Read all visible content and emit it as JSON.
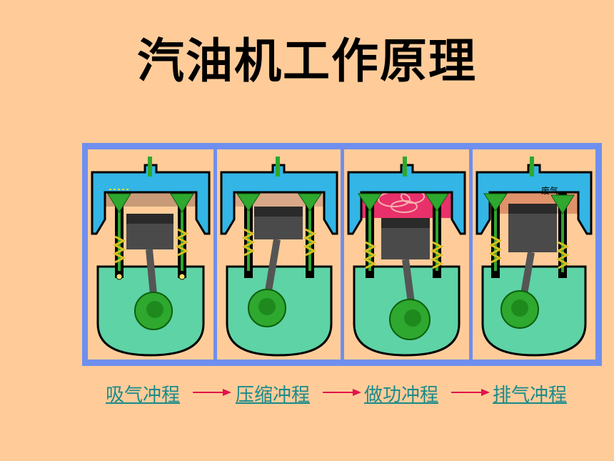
{
  "title": "汽油机工作原理",
  "annotations": {
    "exhaust_gas": "废气"
  },
  "strokes": [
    {
      "label": "吸气冲程"
    },
    {
      "label": "压缩冲程"
    },
    {
      "label": "做功冲程"
    },
    {
      "label": "排气冲程"
    }
  ],
  "colors": {
    "background": "#FFCC99",
    "frame": "#6F8FEE",
    "water_jacket": "#33B5E5",
    "crankcase": "#5ED3A5",
    "valve": "#2EA82E",
    "link": "#1A8A8A",
    "arrow": "#E0144C",
    "combustion": "#E8306A"
  }
}
